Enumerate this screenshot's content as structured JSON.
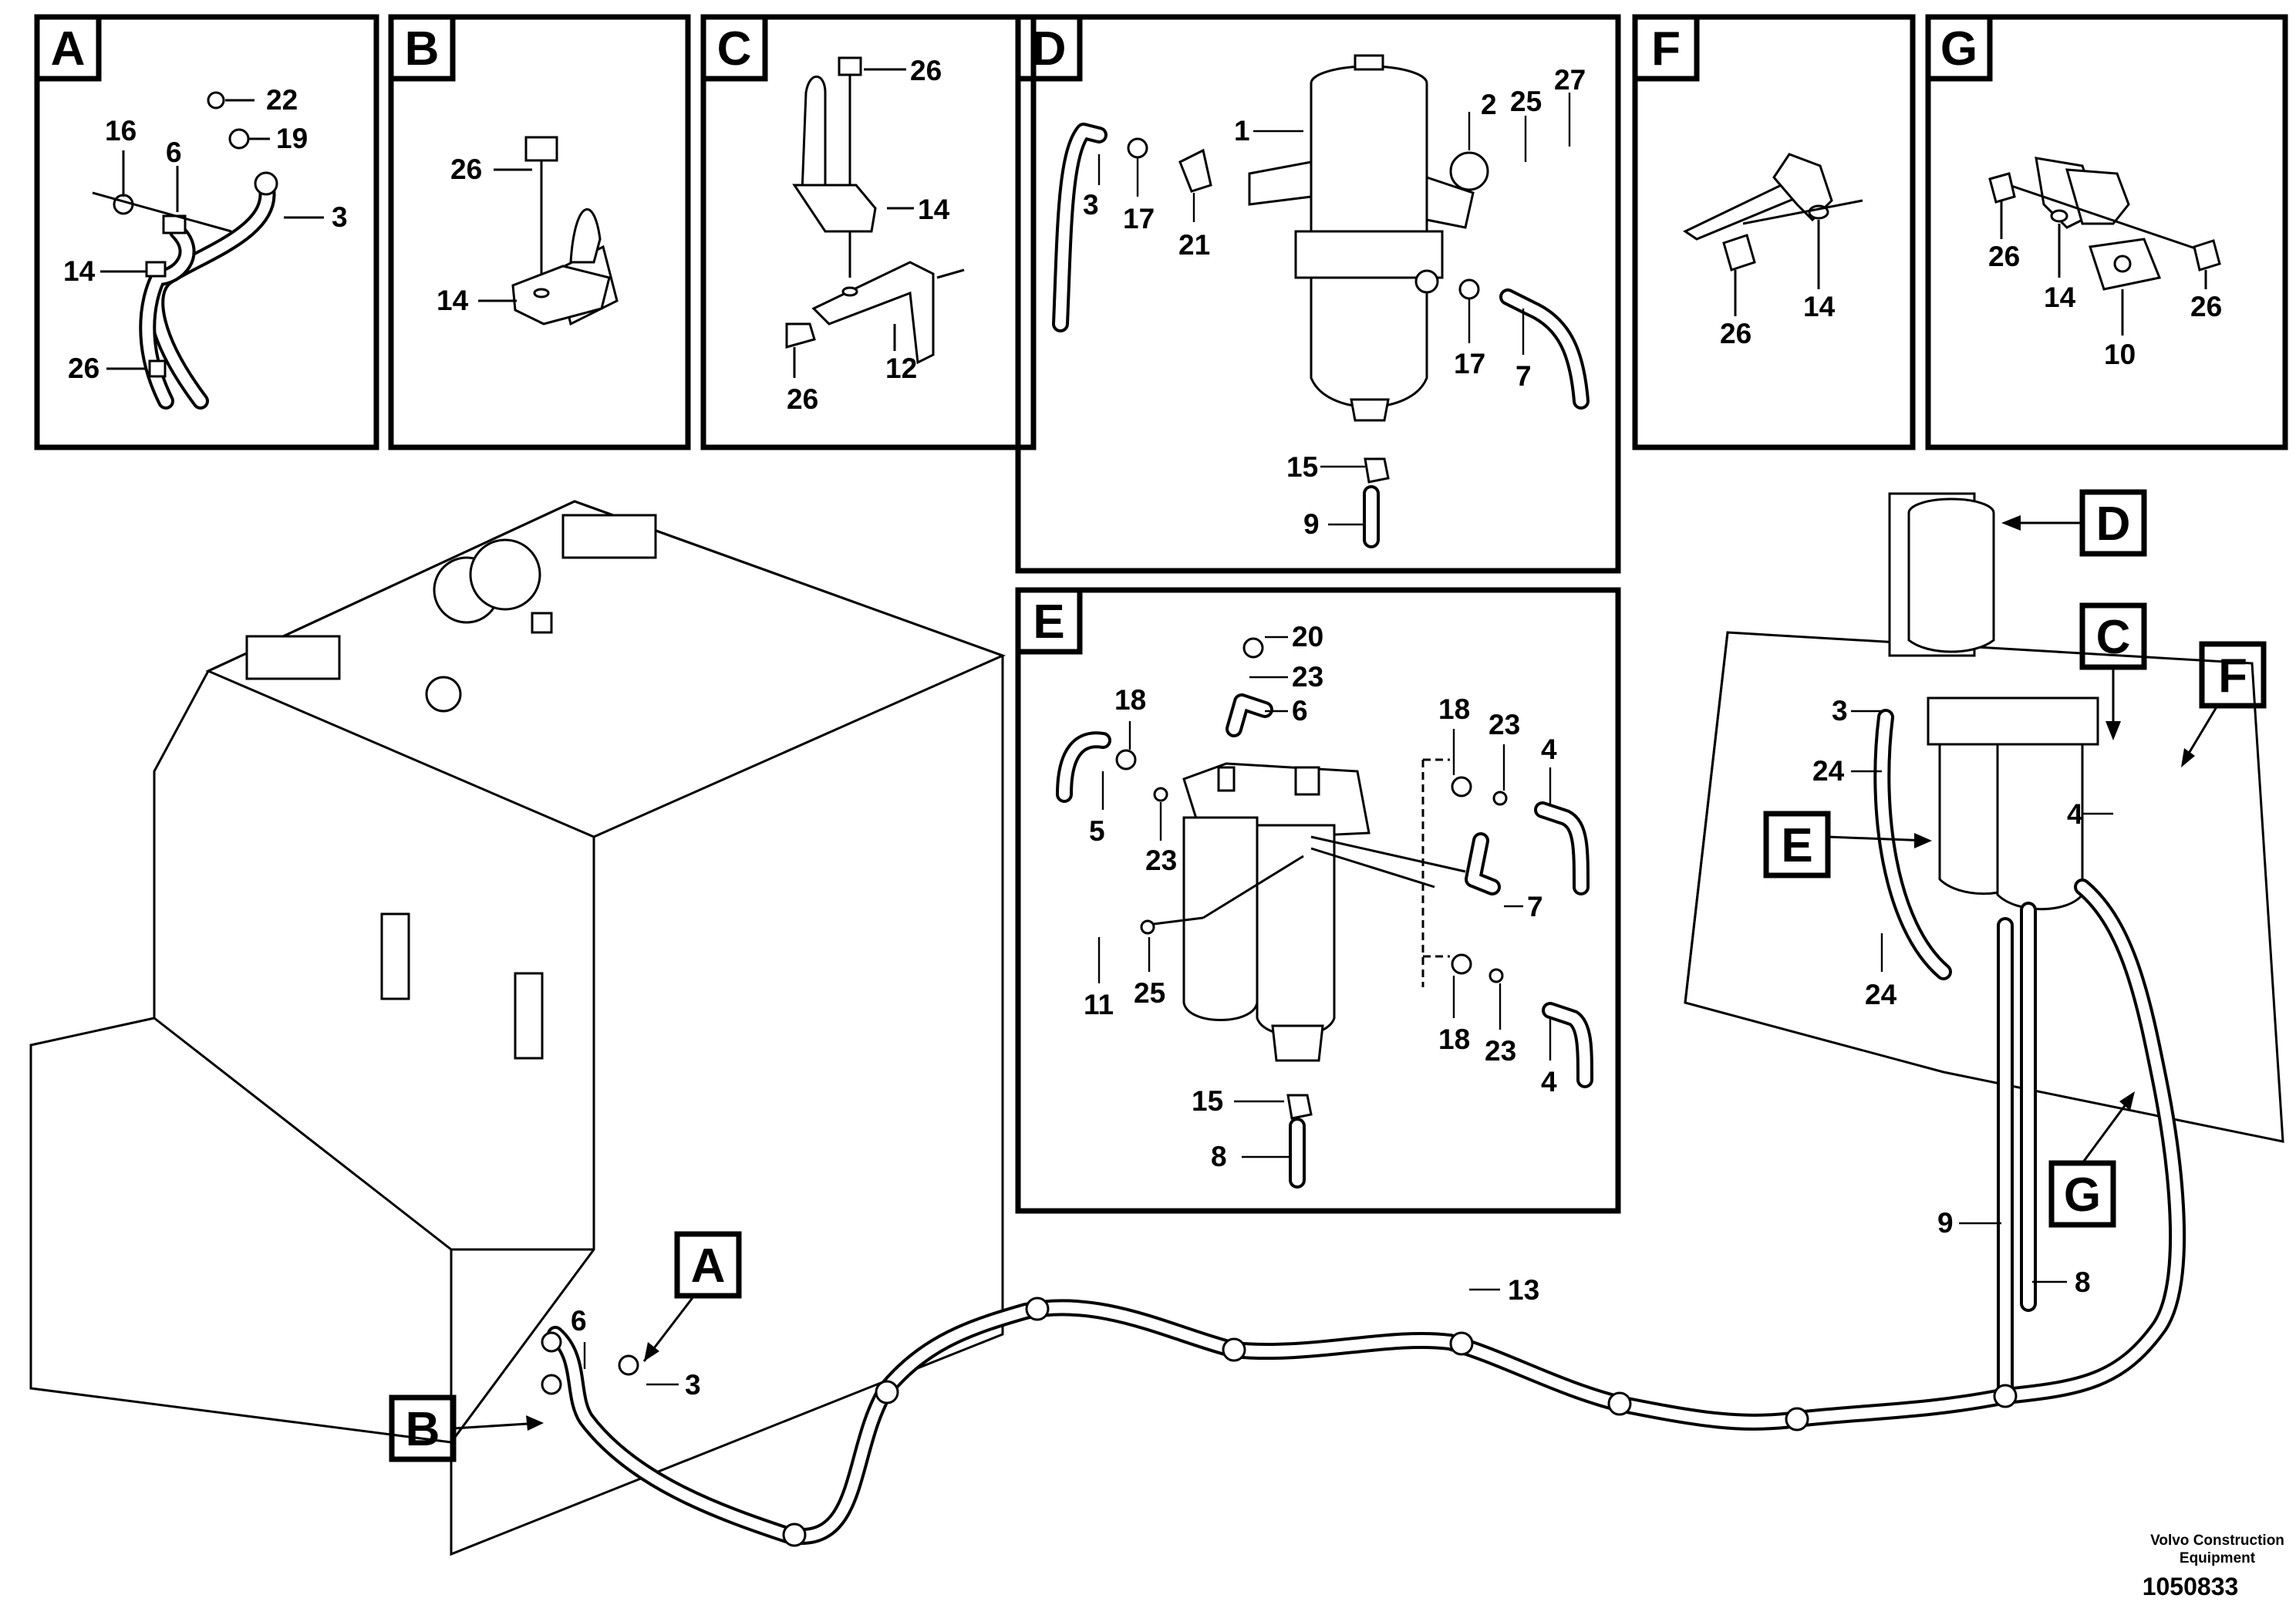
{
  "panels": [
    {
      "letter": "A",
      "callouts": [
        "22",
        "16",
        "19",
        "6",
        "3",
        "14",
        "26"
      ]
    },
    {
      "letter": "B",
      "callouts": [
        "26",
        "14"
      ]
    },
    {
      "letter": "C",
      "callouts": [
        "26",
        "14",
        "26",
        "12"
      ]
    },
    {
      "letter": "D",
      "callouts": [
        "2",
        "25",
        "27",
        "1",
        "3",
        "17",
        "21",
        "17",
        "7",
        "15",
        "9"
      ]
    },
    {
      "letter": "E",
      "callouts": [
        "20",
        "23",
        "6",
        "18",
        "18",
        "23",
        "4",
        "5",
        "23",
        "7",
        "11",
        "25",
        "18",
        "23",
        "4",
        "15",
        "8"
      ]
    },
    {
      "letter": "F",
      "callouts": [
        "26",
        "14"
      ]
    },
    {
      "letter": "G",
      "callouts": [
        "26",
        "14",
        "26",
        "10"
      ]
    }
  ],
  "overview": {
    "view_tags": [
      "A",
      "B",
      "C",
      "D",
      "E",
      "F",
      "G"
    ],
    "callouts": [
      "6",
      "3",
      "13",
      "9",
      "8",
      "3",
      "24",
      "4",
      "24"
    ]
  },
  "footer": {
    "publisher_line1": "Volvo Construction",
    "publisher_line2": "Equipment",
    "document_number": "1050833"
  }
}
